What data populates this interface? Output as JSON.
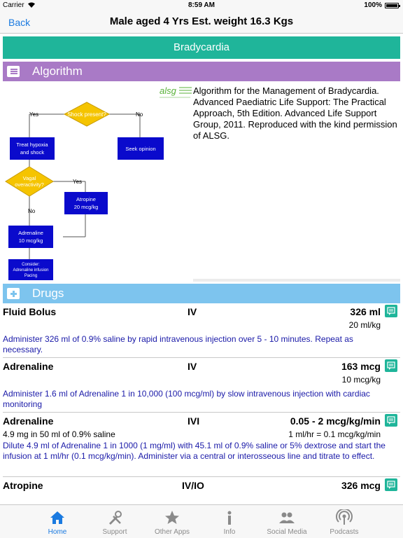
{
  "status_bar": {
    "carrier": "Carrier",
    "time": "8:59 AM",
    "battery": "100%",
    "battery_level": 1.0
  },
  "nav": {
    "back_label": "Back",
    "title": "Male aged 4 Yrs  Est. weight 16.3 Kgs"
  },
  "condition": {
    "title": "Bradycardia"
  },
  "sections": {
    "algorithm_label": "Algorithm",
    "drugs_label": "Drugs"
  },
  "algorithm": {
    "description": "Algorithm for the Management of Bradycardia. Advanced Paediatric Life Support: The Practical Approach, 5th Edition. Advanced Life Support Group, 2011. Reproduced with the kind permission of ALSG.",
    "logo_text": "alsg",
    "flowchart": {
      "shock_present": "Shock present?",
      "yes1": "Yes",
      "no1": "No",
      "treat_hypoxia_line1": "Treat hypoxia",
      "treat_hypoxia_line2": "and shock",
      "seek_opinion": "Seek opinion",
      "vagal_line1": "Vagal",
      "vagal_line2": "overactivity?",
      "yes2": "Yes",
      "no2": "No",
      "atropine_line1": "Atropine",
      "atropine_line2": "20 mcg/kg",
      "adrenaline_line1": "Adrenaline",
      "adrenaline_line2": "10 mcg/kg",
      "consider_line1": "Consider:",
      "consider_line2": "Adrenaline infusion",
      "consider_line3": "Pacing"
    }
  },
  "drugs": [
    {
      "name": "Fluid Bolus",
      "route": "IV",
      "dose": "326 ml",
      "per_kg": "20 ml/kg",
      "sub": "",
      "instructions": "Administer 326 ml of 0.9% saline by rapid intravenous injection over 5 - 10 minutes. Repeat as necessary."
    },
    {
      "name": "Adrenaline",
      "route": "IV",
      "dose": "163 mcg",
      "per_kg": "10 mcg/kg",
      "sub": "",
      "instructions": "Administer 1.6 ml of Adrenaline 1 in 10,000 (100 mcg/ml) by slow intravenous injection with cardiac monitoring"
    },
    {
      "name": "Adrenaline",
      "route": "IVI",
      "dose": "0.05 - 2 mcg/kg/min",
      "per_kg": "1 ml/hr = 0.1 mcg/kg/min",
      "sub": "4.9 mg in 50 ml of 0.9% saline",
      "instructions": "Dilute 4.9 ml of Adrenaline 1 in 1000 (1 mg/ml) with 45.1 ml of 0.9% saline or 5% dextrose and start the infusion at 1 ml/hr (0.1 mcg/kg/min). Administer via a central or interosseous line and titrate to effect."
    },
    {
      "name": "Atropine",
      "route": "IV/IO",
      "dose": "326 mcg",
      "per_kg": "",
      "sub": "",
      "instructions": ""
    }
  ],
  "tabs": [
    {
      "label": "Home",
      "icon": "home-icon",
      "active": true
    },
    {
      "label": "Support",
      "icon": "tools-icon",
      "active": false
    },
    {
      "label": "Other Apps",
      "icon": "star-icon",
      "active": false
    },
    {
      "label": "Info",
      "icon": "info-icon",
      "active": false
    },
    {
      "label": "Social Media",
      "icon": "people-icon",
      "active": false
    },
    {
      "label": "Podcasts",
      "icon": "podcast-icon",
      "active": false
    }
  ],
  "colors": {
    "accent": "#1fb59a",
    "algorithm_header": "#a97ac6",
    "drugs_header": "#7dc4ee",
    "link_blue": "#1a7ae0",
    "instruction_text": "#1a1aa8",
    "flow_box": "#0a0acc",
    "flow_diamond": "#f5c400"
  }
}
